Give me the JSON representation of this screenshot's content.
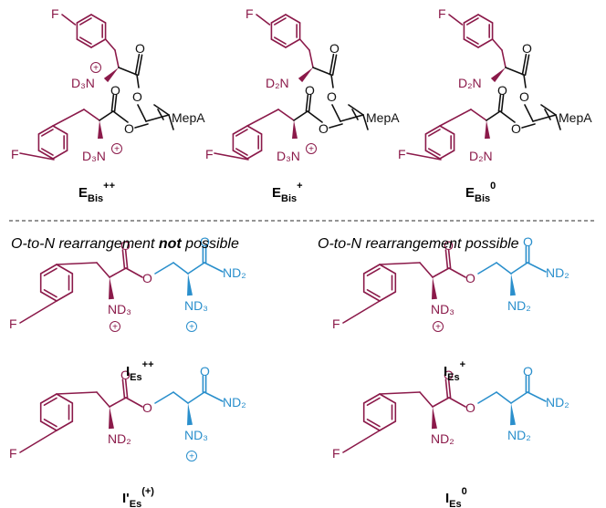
{
  "colors": {
    "maroon": "#8b1a4a",
    "blue": "#2a8fcc",
    "black": "#111111",
    "divider": "#555555"
  },
  "atoms": {
    "F": "F",
    "D3N": "D₃N",
    "D2N": "D₂N",
    "ND3": "ND₃",
    "ND2": "ND₂",
    "O": "O",
    "MepA": "MepA",
    "plus": "+"
  },
  "top_labels": [
    {
      "base": "E",
      "sub": "Bis",
      "sup": "++"
    },
    {
      "base": "E",
      "sub": "Bis",
      "sup": "+"
    },
    {
      "base": "E",
      "sub": "Bis",
      "sup": "0"
    }
  ],
  "headings": {
    "left_prefix": "O-to-N rearrangement ",
    "left_emph": "not",
    "left_suffix": " possible",
    "right": "O-to-N rearrangement possible"
  },
  "bottom_labels": [
    {
      "base": "I",
      "sub": "Es",
      "sup": "++"
    },
    {
      "base": "I",
      "sub": "Es",
      "sup": "+"
    },
    {
      "base": "I'",
      "sub": "Es",
      "sup": "(+)"
    },
    {
      "base": "I",
      "sub": "Es",
      "sup": "0"
    }
  ]
}
